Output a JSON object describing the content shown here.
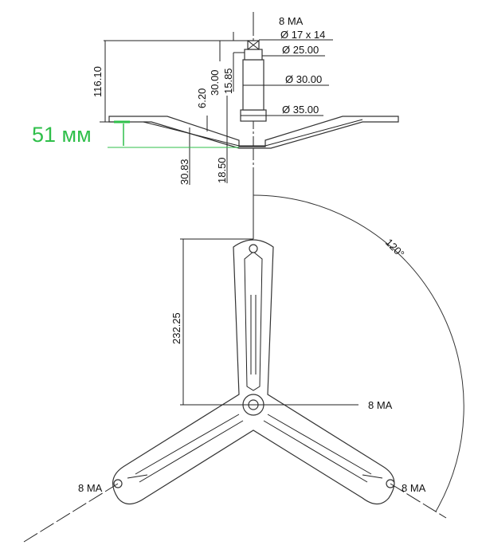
{
  "drawing": {
    "shaft_labels": {
      "thread": "8 MA",
      "d17": "Ø 17 x 14",
      "d25": "Ø 25.00",
      "d30": "Ø 30.00",
      "d35": "Ø 35.00"
    },
    "vertical_dims": {
      "total_height": "116.10",
      "d30_00": "30.00",
      "d6_20": "6.20",
      "d15_85": "15.85",
      "d30_83": "30.83",
      "d18_50": "18.50",
      "arm_length": "232.25"
    },
    "annotation": "51 мм",
    "angle": "120°",
    "hole_labels": {
      "center": "8 MA",
      "left": "8 MA",
      "right": "8 MA"
    },
    "colors": {
      "annotation": "#2fbf4a",
      "lines": "#222222"
    }
  }
}
